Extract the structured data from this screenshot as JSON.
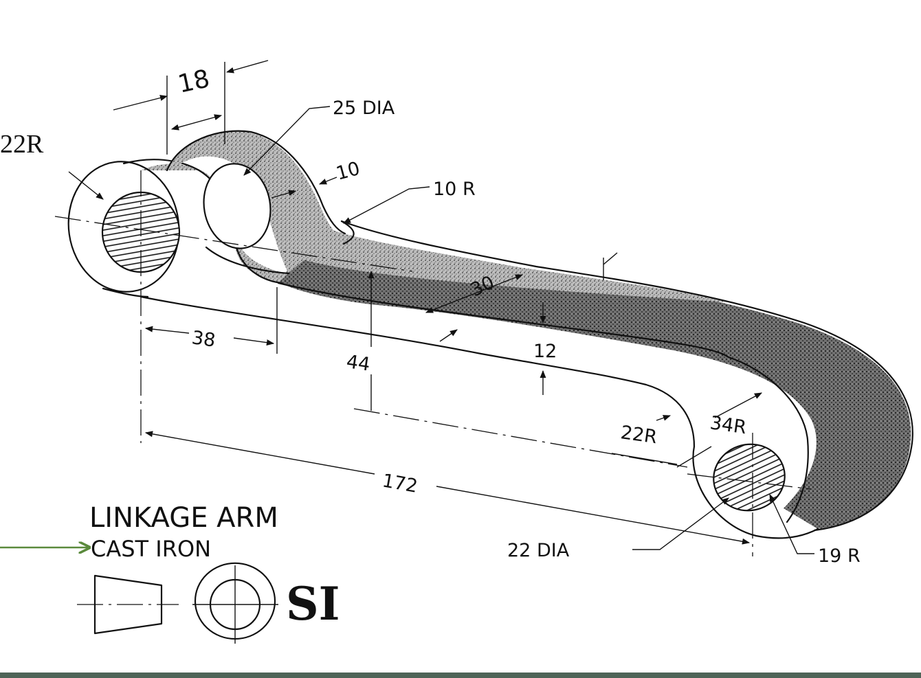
{
  "drawing": {
    "title": "LINKAGE ARM",
    "material": "CAST IRON",
    "standard": "SI"
  },
  "dimensions": {
    "boss_radius": "22R",
    "boss_thickness": "18",
    "hole_top": "25 DIA",
    "web_thickness": "10",
    "fillet": "10 R",
    "arm_width": "30",
    "arm_height": "12",
    "offset": "44",
    "boss_spacing": "38",
    "center_distance": "172",
    "inner_radius": "22R",
    "outer_radius": "34R",
    "hole_end": "22 DIA",
    "end_radius": "19 R"
  },
  "colors": {
    "arrow": "#5a8a3c",
    "footer": "#4e6457"
  },
  "icons": [
    "first-angle-projection-symbol"
  ]
}
